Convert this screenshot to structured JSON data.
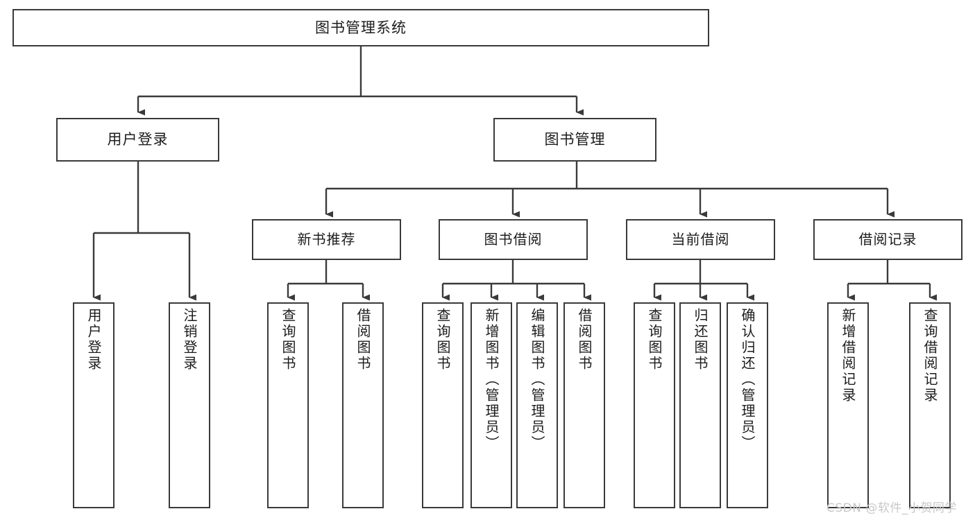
{
  "diagram": {
    "title": "图书管理系统",
    "type": "tree-structure-chart",
    "root": {
      "label": "图书管理系统"
    },
    "branches": [
      {
        "label": "用户登录"
      },
      {
        "label": "图书管理"
      }
    ],
    "subgroups": [
      {
        "label": "新书推荐"
      },
      {
        "label": "图书借阅"
      },
      {
        "label": "当前借阅"
      },
      {
        "label": "借阅记录"
      }
    ],
    "leaves": {
      "user_login": [
        {
          "label": "用户登录"
        },
        {
          "label": "注销登录"
        }
      ],
      "new_book_recommend": [
        {
          "label": "查询图书"
        },
        {
          "label": "借阅图书"
        }
      ],
      "book_borrow": [
        {
          "label": "查询图书"
        },
        {
          "label": "新增图书（管理员）"
        },
        {
          "label": "编辑图书（管理员）"
        },
        {
          "label": "借阅图书"
        }
      ],
      "current_borrow": [
        {
          "label": "查询图书"
        },
        {
          "label": "归还图书"
        },
        {
          "label": "确认归还（管理员）"
        }
      ],
      "borrow_record": [
        {
          "label": "新增借阅记录"
        },
        {
          "label": "查询借阅记录"
        }
      ]
    }
  },
  "watermark": {
    "text": "CSDN @软件_小贺同学"
  },
  "colors": {
    "stroke": "#3a3a3a",
    "box_fill": "#ffffff",
    "text": "#1c1c1c",
    "watermark": "#c8c8c8"
  }
}
